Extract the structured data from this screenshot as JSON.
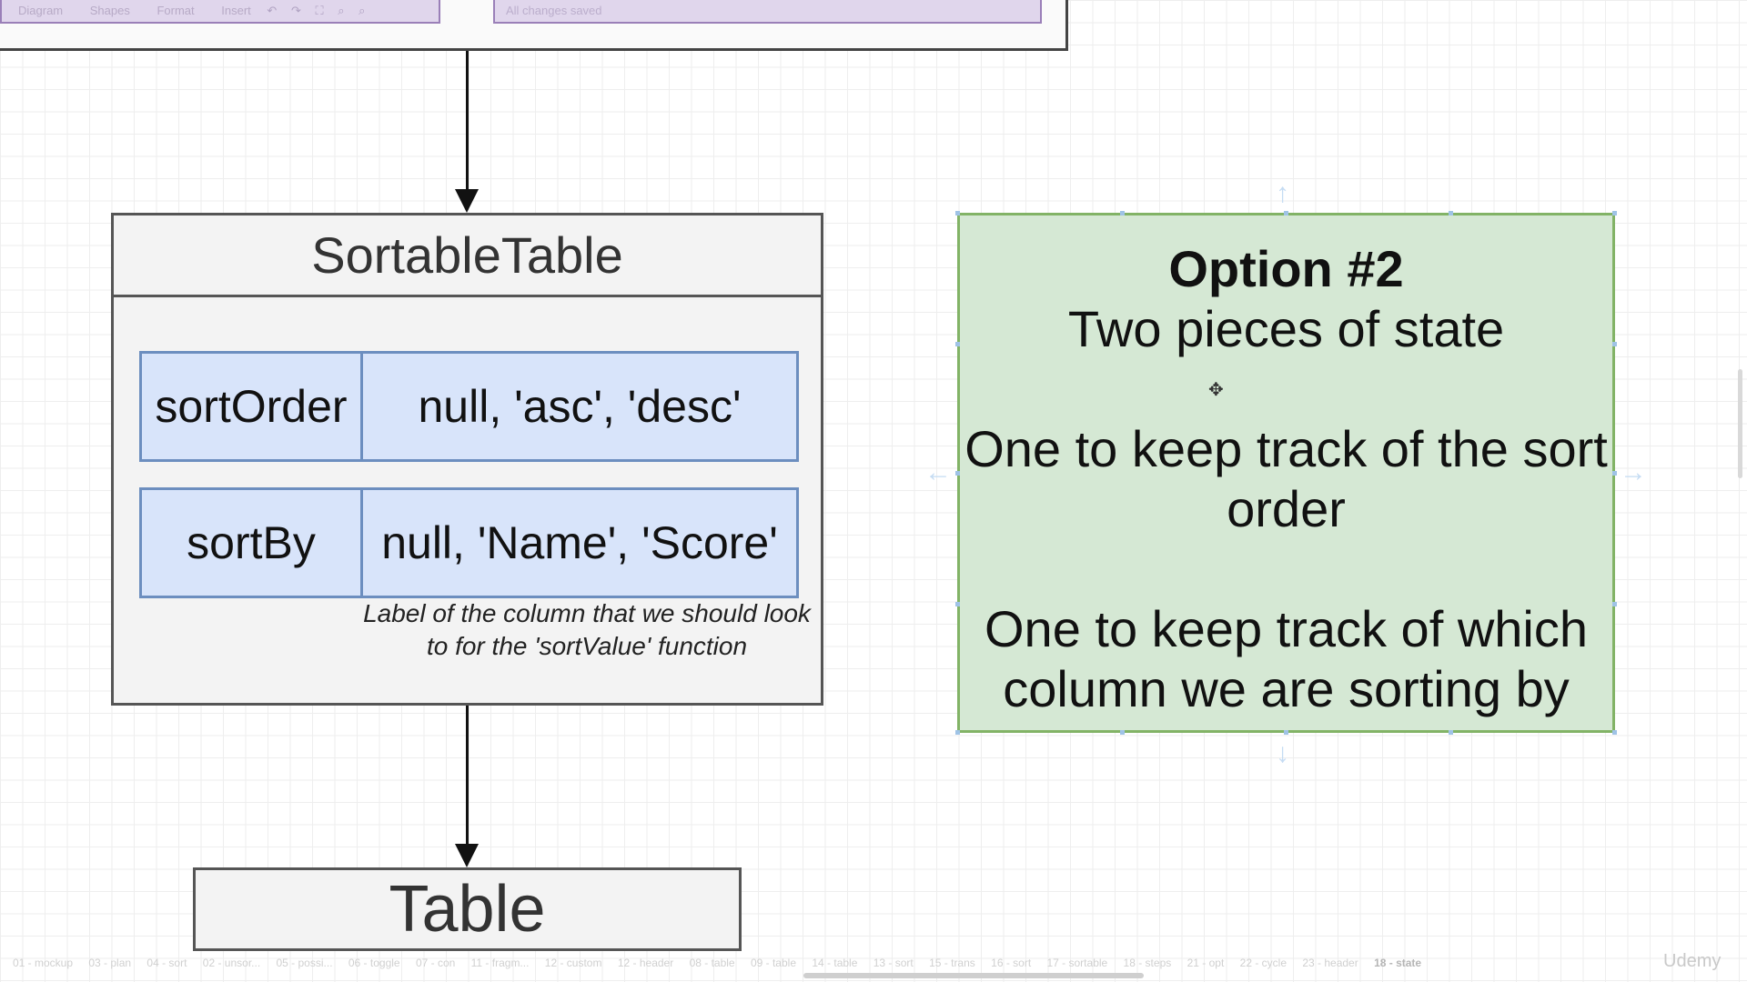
{
  "editor": {
    "toolbar_items": [
      "Diagram",
      "Shapes",
      "Format",
      "Insert"
    ],
    "undo_icon": "undo-icon",
    "redo_icon": "redo-icon",
    "fullscreen_icon": "fullscreen-icon",
    "zoom_in_icon": "zoom-in-icon",
    "zoom_out_icon": "zoom-out-icon",
    "status": "All changes saved"
  },
  "sortable_table": {
    "title": "SortableTable",
    "rows": [
      {
        "name": "sortOrder",
        "values": "null, 'asc', 'desc'"
      },
      {
        "name": "sortBy",
        "values": "null, 'Name', 'Score'"
      }
    ],
    "sortby_note": "Label of the column that we should look to for the 'sortValue' function"
  },
  "option_note": {
    "title": "Option #2",
    "subtitle": "Two pieces of state",
    "point1": "One to keep track of the sort order",
    "point2": "One to keep track of which column we are sorting by"
  },
  "table": {
    "title": "Table"
  },
  "page_tabs": {
    "items": [
      "01 - mockup",
      "03 - plan",
      "04 - sort",
      "02 - unsor...",
      "05 - possi...",
      "06 - toggle",
      "07 - con",
      "11 - fragm...",
      "12 - custom",
      "12 - header",
      "08 - table",
      "09 - table",
      "14 - table",
      "13 - sort",
      "15 - trans",
      "16 - sort",
      "17 - sortable",
      "18 - steps",
      "21 - opt",
      "22 - cycle",
      "23 - header",
      "18 - state"
    ],
    "active": "18 - state"
  },
  "watermark": "Udemy",
  "colors": {
    "note_fill": "#d5e8d4",
    "note_border": "#82b366",
    "row_fill": "#d8e4fa",
    "row_border": "#6c8ebf",
    "box_fill": "#f3f3f3",
    "toolbar_fill": "#e0d6ec"
  }
}
